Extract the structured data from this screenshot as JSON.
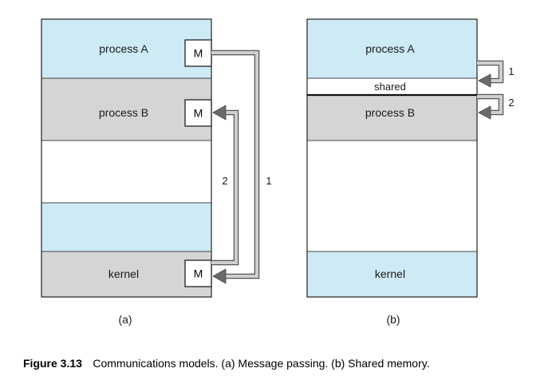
{
  "colors": {
    "process_fill": "#cdeaf5",
    "gray_fill": "#d5d5d5",
    "white_fill": "#ffffff",
    "border": "#222222",
    "arrow_light": "#c8c8c8",
    "arrow_dark": "#6a6a6a"
  },
  "panel_a": {
    "sublabel": "(a)",
    "regions": [
      {
        "label": "process A",
        "color": "process"
      },
      {
        "label": "process B",
        "color": "gray"
      },
      {
        "label": "",
        "color": "white"
      },
      {
        "label": "",
        "color": "process"
      },
      {
        "label": "kernel",
        "color": "gray"
      }
    ],
    "message_boxes": [
      "M",
      "M",
      "M"
    ],
    "arrow_labels": [
      "1",
      "2"
    ]
  },
  "panel_b": {
    "sublabel": "(b)",
    "regions": [
      {
        "label": "process A",
        "color": "process"
      },
      {
        "label": "shared",
        "color": "white"
      },
      {
        "label": "process B",
        "color": "gray"
      },
      {
        "label": "",
        "color": "white"
      },
      {
        "label": "kernel",
        "color": "process"
      }
    ],
    "arrow_labels": [
      "1",
      "2"
    ]
  },
  "caption": {
    "figure_label": "Figure 3.13",
    "text": "Communications models. (a) Message passing. (b) Shared memory."
  }
}
